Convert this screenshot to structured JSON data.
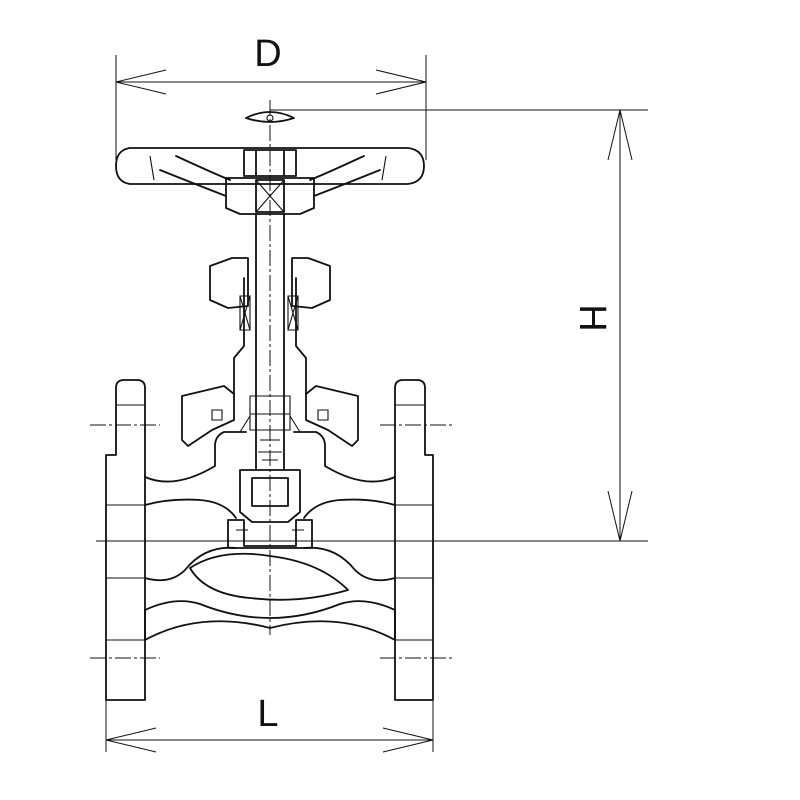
{
  "diagram": {
    "labels": {
      "diameter": "D",
      "height": "H",
      "length": "L"
    },
    "stroke_color": "#111111",
    "background_color": "#ffffff"
  }
}
